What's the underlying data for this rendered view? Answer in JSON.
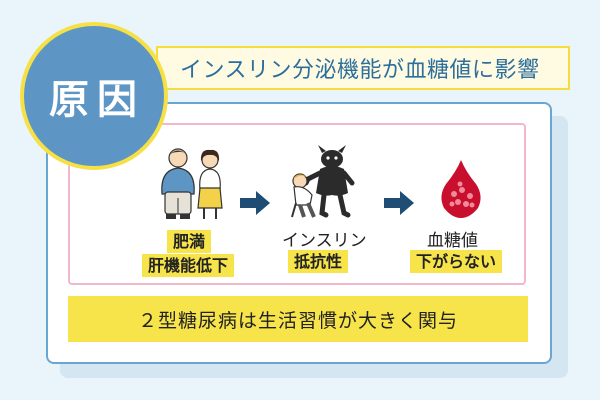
{
  "badge": {
    "text": "原因"
  },
  "title": {
    "text": "インスリン分泌機能が血糖値に影響"
  },
  "steps": [
    {
      "line1": "肥満",
      "line2": "肝機能低下"
    },
    {
      "line1": "インスリン",
      "line2": "抵抗性"
    },
    {
      "line1": "血糖値",
      "line2": "下がらない"
    }
  ],
  "conclusion": {
    "text": "２型糖尿病は生活習慣が大きく関与"
  },
  "colors": {
    "accent_blue": "#5d96c5",
    "highlight_yellow": "#f7e44a",
    "title_border": "#f5dd3c",
    "inner_border_pink": "#f2b8c8",
    "arrow_navy": "#1f4d73",
    "blood_red": "#c8102e"
  },
  "icons": [
    "couple-illustration",
    "arrow-right-icon",
    "demon-pressing-person-illustration",
    "arrow-right-icon",
    "blood-drop-icon"
  ]
}
